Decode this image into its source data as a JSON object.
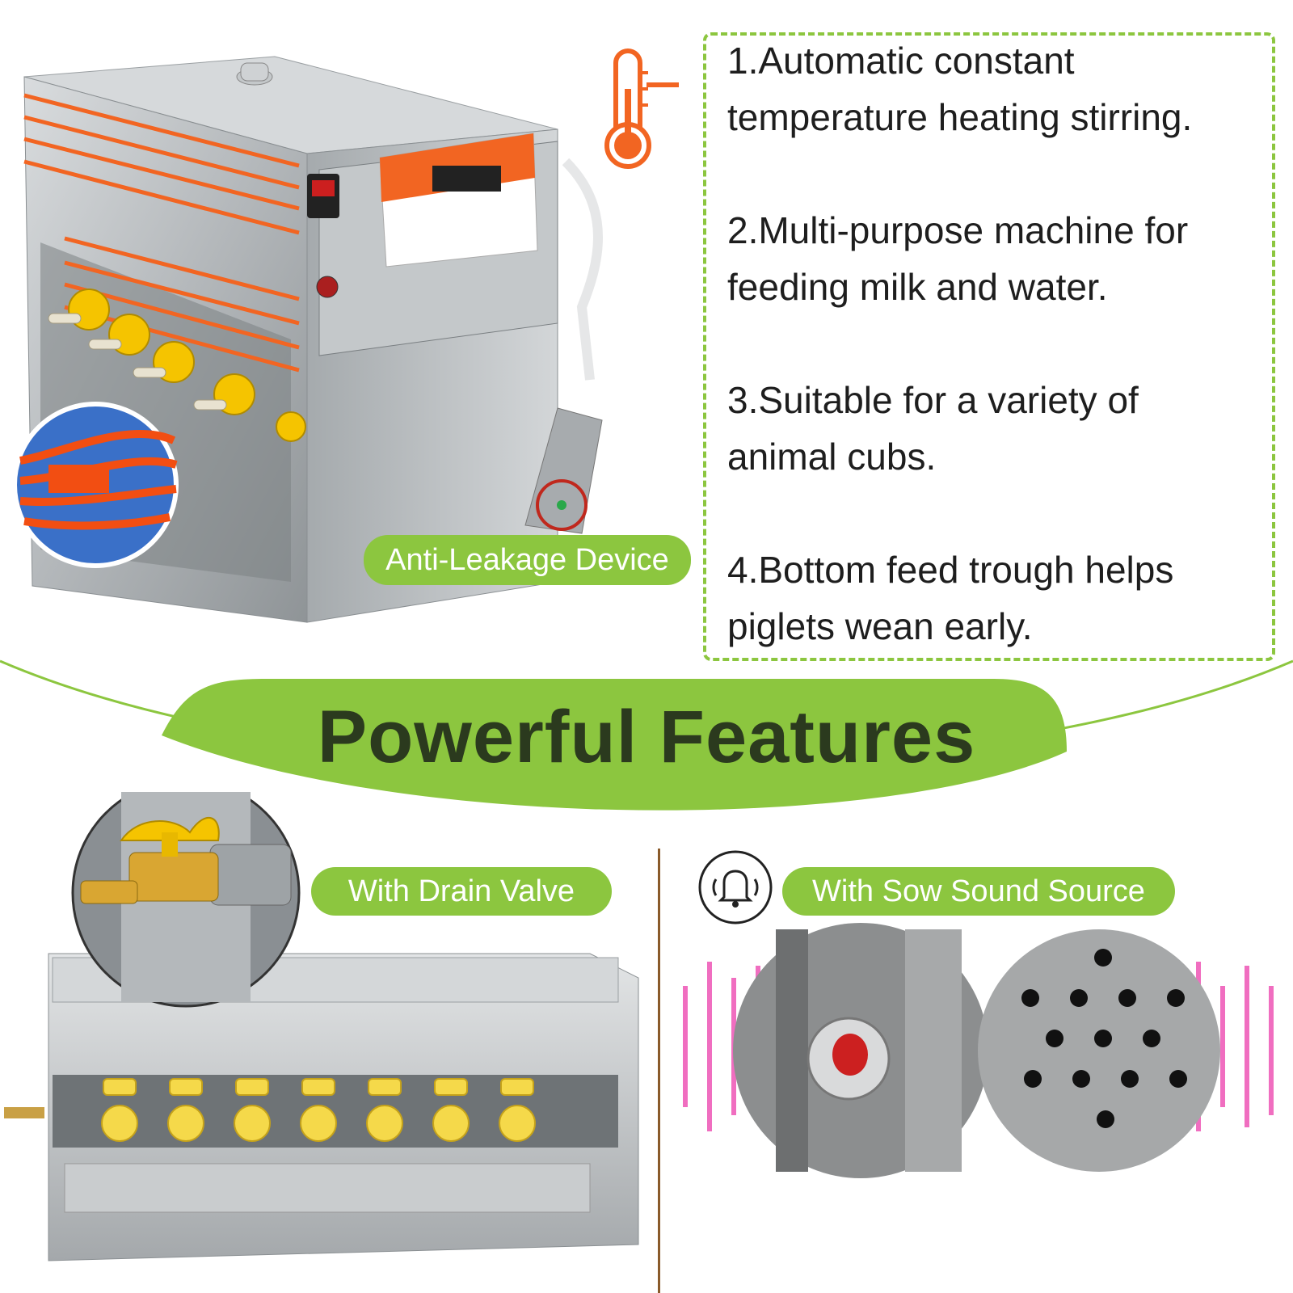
{
  "features": [
    {
      "line1": "1.Automatic constant",
      "line2": "temperature heating stirring."
    },
    {
      "line1": "2.Multi-purpose machine for",
      "line2": "feeding milk and water."
    },
    {
      "line1": "3.Suitable for a variety of",
      "line2": "animal cubs."
    },
    {
      "line1": "4.Bottom feed trough helps",
      "line2": "piglets wean early."
    }
  ],
  "title": "Powerful Features",
  "labels": {
    "anti_leakage": "Anti-Leakage Device",
    "drain_valve": "With Drain Valve",
    "sow_sound": "With Sow Sound Source"
  },
  "icons": {
    "thermometer": "thermometer-icon",
    "bell": "bell-icon"
  },
  "colors": {
    "accent_green": "#8cc63f",
    "heating_orange": "#f26522",
    "sound_pink": "#f06ec0",
    "steel": "#b8bcbf"
  }
}
